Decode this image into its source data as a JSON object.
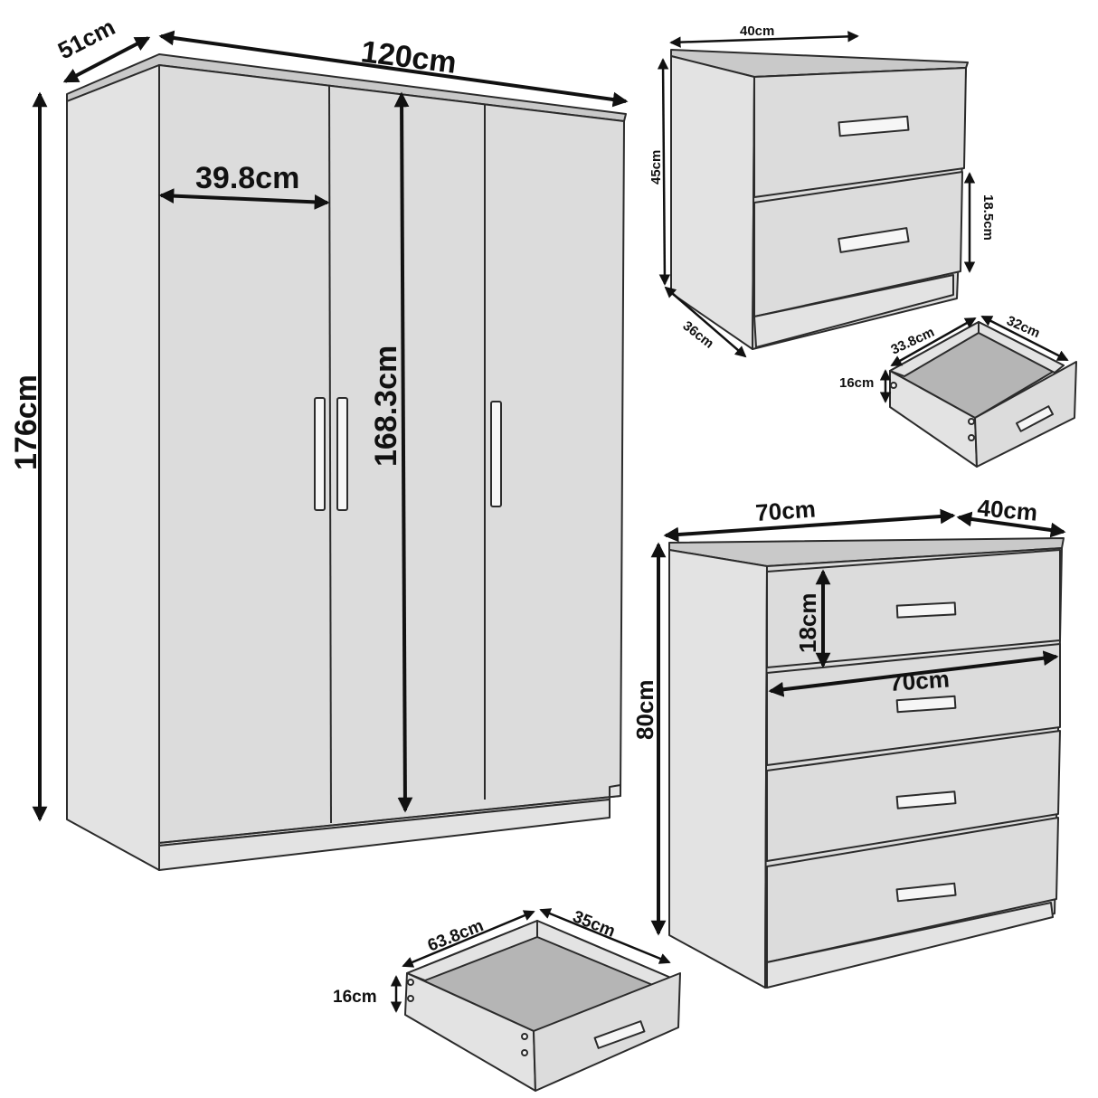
{
  "colors": {
    "panel_front": "#dcdcdc",
    "panel_side": "#e3e3e3",
    "panel_top": "#c9c9c9",
    "drawer_inner": "#b5b5b5",
    "outline": "#2b2b2b",
    "handle": "#f6f6f6",
    "dimension": "#111111"
  },
  "wardrobe": {
    "depth": "51cm",
    "width": "120cm",
    "height": "176cm",
    "door_width": "39.8cm",
    "door_height": "168.3cm"
  },
  "bedside_table": {
    "width": "40cm",
    "height": "45cm",
    "depth": "36cm",
    "drawer_height": "18.5cm"
  },
  "bedside_drawer": {
    "width": "33.8cm",
    "depth": "32cm",
    "height": "16cm"
  },
  "chest": {
    "width": "70cm",
    "depth": "40cm",
    "height": "80cm",
    "drawer_height": "18cm",
    "drawer_width": "70cm"
  },
  "chest_drawer": {
    "width": "63.8cm",
    "depth": "35cm",
    "height": "16cm"
  }
}
